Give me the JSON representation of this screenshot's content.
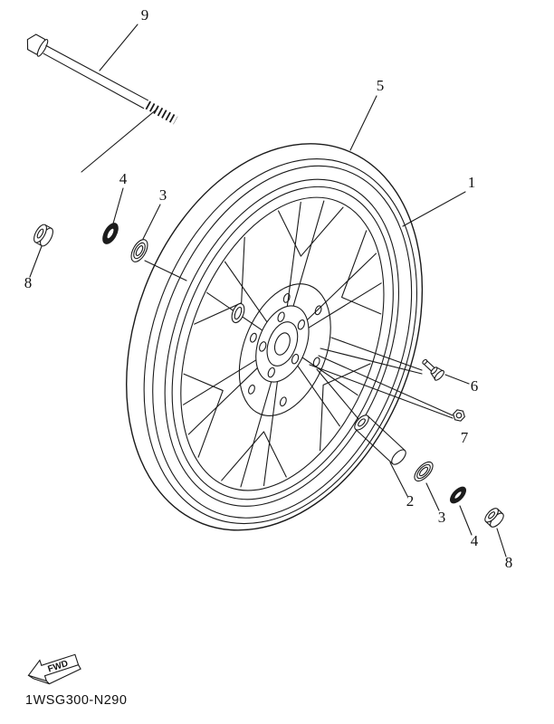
{
  "diagram": {
    "part_number": "1WSG300-N290",
    "fwd_label": "FWD",
    "callouts": [
      {
        "ref": "9"
      },
      {
        "ref": "5"
      },
      {
        "ref": "1"
      },
      {
        "ref": "4"
      },
      {
        "ref": "3"
      },
      {
        "ref": "8"
      },
      {
        "ref": "6"
      },
      {
        "ref": "7"
      },
      {
        "ref": "2"
      },
      {
        "ref": "3"
      },
      {
        "ref": "4"
      },
      {
        "ref": "8"
      }
    ]
  }
}
